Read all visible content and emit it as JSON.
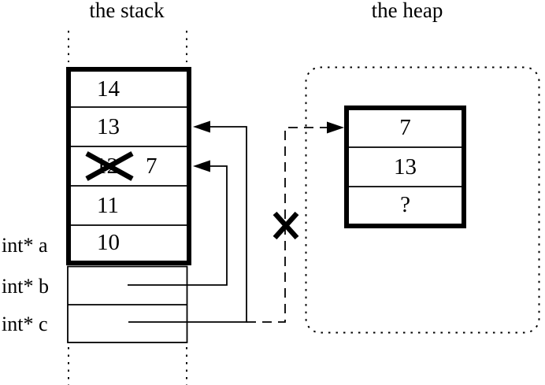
{
  "titles": {
    "stack": "the stack",
    "heap": "the heap"
  },
  "colors": {
    "ink": "#000000",
    "background": "#ffffff"
  },
  "stack": {
    "cells": [
      {
        "value": "14"
      },
      {
        "value": "13"
      },
      {
        "value": "12",
        "crossed_out": true,
        "new_value": "7"
      },
      {
        "value": "11"
      },
      {
        "value": "10"
      }
    ]
  },
  "pointers": [
    {
      "label": "int* a"
    },
    {
      "label": "int* b"
    },
    {
      "label": "int* c"
    }
  ],
  "heap": {
    "cells": [
      {
        "value": "7"
      },
      {
        "value": "13"
      },
      {
        "value": "?"
      }
    ]
  },
  "icons": {
    "x_over_old_value": "x-cross-icon",
    "x_broken_link": "x-cross-icon",
    "arrow_to_stack_13": "left-arrowhead-icon",
    "arrow_to_stack_7": "left-arrowhead-icon",
    "arrow_to_heap": "right-arrowhead-icon"
  }
}
